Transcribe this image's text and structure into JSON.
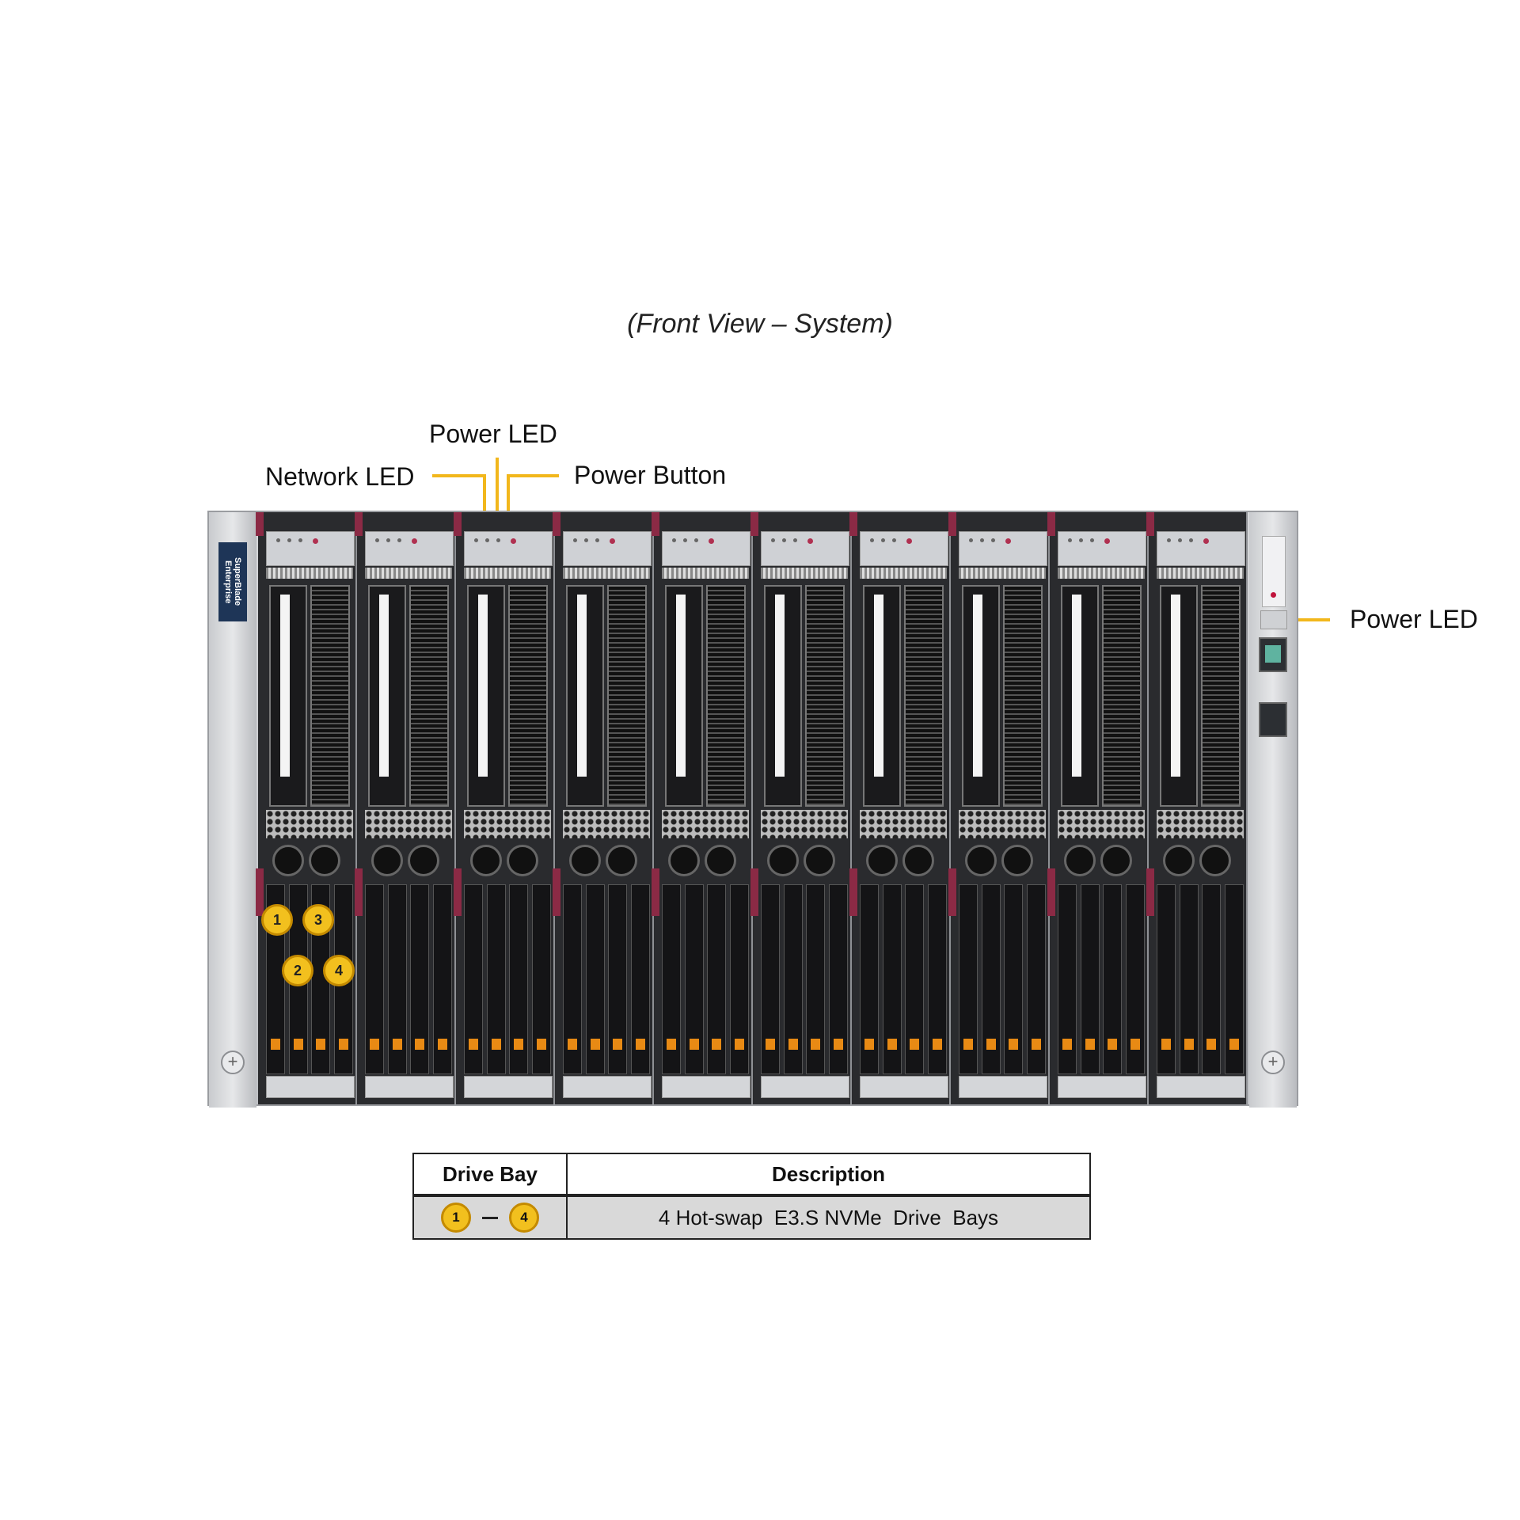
{
  "caption": "(Front View – System)",
  "callouts": {
    "power_led_top": "Power LED",
    "network_led": "Network LED",
    "power_button": "Power Button",
    "power_led_right": "Power LED"
  },
  "chassis": {
    "brand_text": "SuperBlade Enterprise",
    "blade_count": 10,
    "bays_per_blade": 4
  },
  "bay_badges": [
    "1",
    "3",
    "2",
    "4"
  ],
  "table": {
    "headers": [
      "Drive Bay",
      "Description"
    ],
    "rows": [
      {
        "bay_from": "1",
        "bay_to": "4",
        "description": "4 Hot-swap  E3.S NVMe  Drive  Bays"
      }
    ]
  },
  "colors": {
    "callout_line": "#f2b71c",
    "badge_fill": "#f2c01e",
    "handle": "#8b2a45",
    "bay_latch": "#e88a14"
  }
}
